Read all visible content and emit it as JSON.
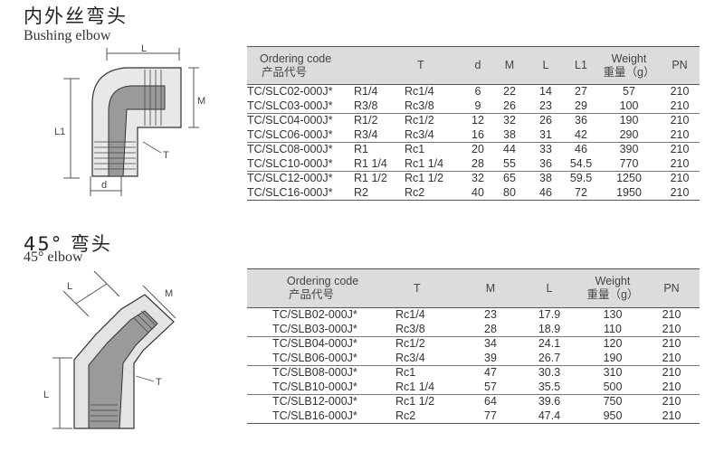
{
  "section1": {
    "title_cn": "内外丝弯头",
    "title_en": "Bushing elbow",
    "diagram_labels": {
      "L": "L",
      "M": "M",
      "L1": "L1",
      "T": "T",
      "d": "d"
    },
    "headers": {
      "ordering_code": "Ordering code",
      "ordering_code_cn": "产品代号",
      "T": "T",
      "d": "d",
      "M": "M",
      "L": "L",
      "L1": "L1",
      "weight": "Weight",
      "weight_cn": "重量（g）",
      "PN": "PN"
    },
    "rows": [
      {
        "code": "TC/SLC02-000J*",
        "size": "R1/4",
        "T": "Rc1/4",
        "d": "6",
        "M": "22",
        "L": "14",
        "L1": "27",
        "weight": "57",
        "PN": "210"
      },
      {
        "code": "TC/SLC03-000J*",
        "size": "R3/8",
        "T": "Rc3/8",
        "d": "9",
        "M": "26",
        "L": "23",
        "L1": "29",
        "weight": "100",
        "PN": "210"
      },
      {
        "code": "TC/SLC04-000J*",
        "size": "R1/2",
        "T": "Rc1/2",
        "d": "12",
        "M": "32",
        "L": "26",
        "L1": "36",
        "weight": "190",
        "PN": "210"
      },
      {
        "code": "TC/SLC06-000J*",
        "size": "R3/4",
        "T": "Rc3/4",
        "d": "16",
        "M": "38",
        "L": "31",
        "L1": "42",
        "weight": "290",
        "PN": "210"
      },
      {
        "code": "TC/SLC08-000J*",
        "size": "R1",
        "T": "Rc1",
        "d": "20",
        "M": "44",
        "L": "33",
        "L1": "46",
        "weight": "390",
        "PN": "210"
      },
      {
        "code": "TC/SLC10-000J*",
        "size": "R1 1/4",
        "T": "Rc1 1/4",
        "d": "28",
        "M": "55",
        "L": "36",
        "L1": "54.5",
        "weight": "770",
        "PN": "210"
      },
      {
        "code": "TC/SLC12-000J*",
        "size": "R1 1/2",
        "T": "Rc1 1/2",
        "d": "32",
        "M": "65",
        "L": "38",
        "L1": "59.5",
        "weight": "1250",
        "PN": "210"
      },
      {
        "code": "TC/SLC16-000J*",
        "size": "R2",
        "T": "Rc2",
        "d": "40",
        "M": "80",
        "L": "46",
        "L1": "72",
        "weight": "1950",
        "PN": "210"
      }
    ]
  },
  "section2": {
    "title_cn": "45° 弯头",
    "title_en": "45°  elbow",
    "diagram_labels": {
      "L_top": "L",
      "M": "M",
      "L_side": "L",
      "T": "T"
    },
    "headers": {
      "ordering_code": "Ordering code",
      "ordering_code_cn": "产品代号",
      "T": "T",
      "M": "M",
      "L": "L",
      "weight": "Weight",
      "weight_cn": "重量（g）",
      "PN": "PN"
    },
    "rows": [
      {
        "code": "TC/SLB02-000J*",
        "T": "Rc1/4",
        "M": "23",
        "L": "17.9",
        "weight": "130",
        "PN": "210"
      },
      {
        "code": "TC/SLB03-000J*",
        "T": "Rc3/8",
        "M": "28",
        "L": "18.9",
        "weight": "110",
        "PN": "210"
      },
      {
        "code": "TC/SLB04-000J*",
        "T": "Rc1/2",
        "M": "34",
        "L": "24.1",
        "weight": "120",
        "PN": "210"
      },
      {
        "code": "TC/SLB06-000J*",
        "T": "Rc3/4",
        "M": "39",
        "L": "26.7",
        "weight": "190",
        "PN": "210"
      },
      {
        "code": "TC/SLB08-000J*",
        "T": "Rc1",
        "M": "47",
        "L": "30.3",
        "weight": "310",
        "PN": "210"
      },
      {
        "code": "TC/SLB10-000J*",
        "T": "Rc1 1/4",
        "M": "57",
        "L": "35.5",
        "weight": "500",
        "PN": "210"
      },
      {
        "code": "TC/SLB12-000J*",
        "T": "Rc1 1/2",
        "M": "64",
        "L": "39.6",
        "weight": "750",
        "PN": "210"
      },
      {
        "code": "TC/SLB16-000J*",
        "T": "Rc2",
        "M": "77",
        "L": "47.4",
        "weight": "950",
        "PN": "210"
      }
    ]
  }
}
